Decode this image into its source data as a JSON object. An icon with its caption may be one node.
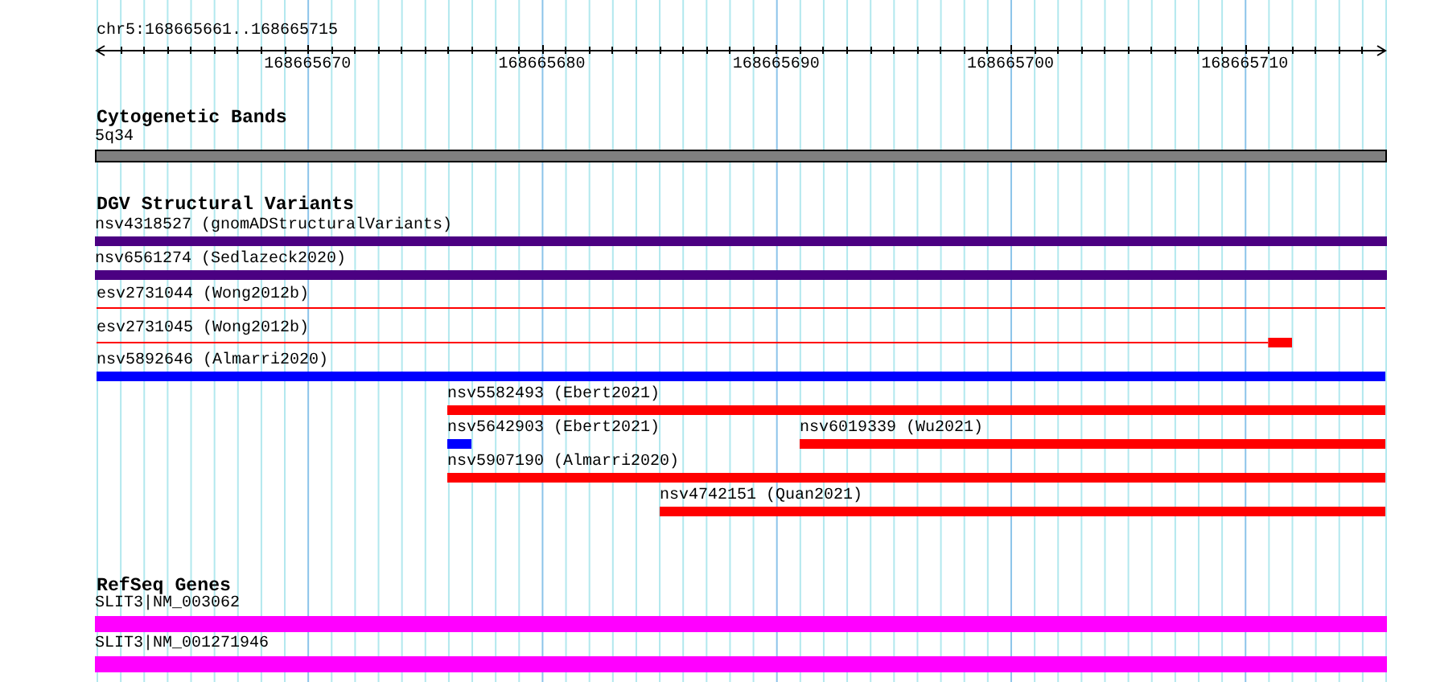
{
  "diagram": {
    "nodes": [
      {
        "text": [
          "5q34"
        ]
      },
      {
        "text": [
          "nsv4318527 (gnomADStructuralVariants)"
        ]
      },
      {
        "text": [
          "nsv6561274 (Sedlazeck2020)"
        ]
      },
      {
        "text": [
          "esv2731044 (Wong2012b)"
        ]
      },
      {
        "text": [
          "esv2731045 (Wong2012b)"
        ]
      },
      {
        "text": [
          "nsv5892646 (Almarri2020)"
        ]
      },
      {
        "text": [
          "nsv5582493 (Ebert2021)"
        ]
      },
      {
        "text": [
          "nsv5642903 (Ebert2021)"
        ]
      },
      {
        "text": [
          "nsv6019339 (Wu2021)"
        ]
      },
      {
        "text": [
          "nsv5907190 (Almarri2020)"
        ]
      },
      {
        "text": [
          "nsv4742151 (Quan2021)"
        ]
      },
      {
        "text": [
          "SLIT3|NM_003062"
        ]
      },
      {
        "text": [
          "SLIT3|NM_001271946"
        ]
      }
    ],
    "labels": [
      "chr5:168665661..168665715",
      "168665670",
      "168665680",
      "168665690",
      "168665700",
      "168665710",
      "Cytogenetic Bands",
      "DGV Structural Variants",
      "RefSeq Genes"
    ]
  }
}
